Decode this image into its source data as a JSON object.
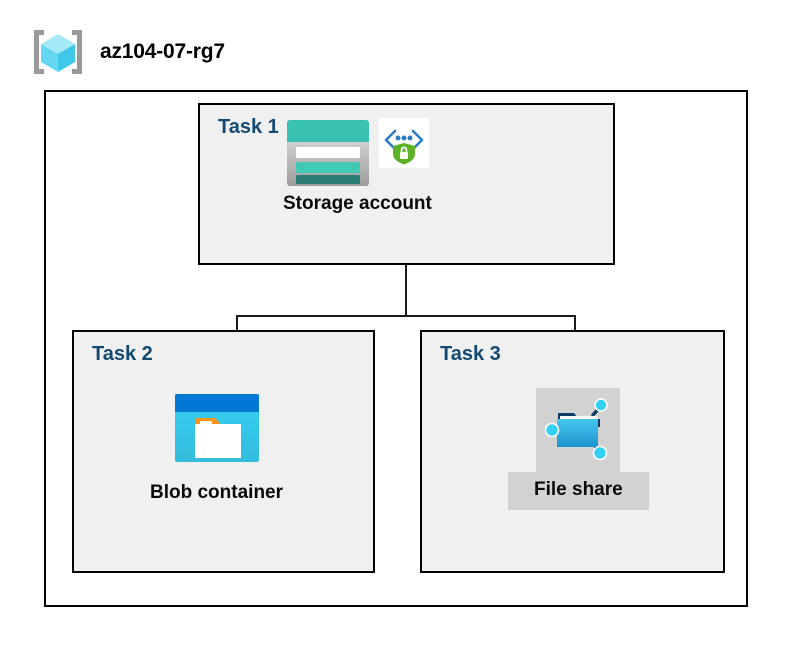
{
  "diagram": {
    "type": "azure-architecture-diagram",
    "resource_group": {
      "name": "az104-07-rg7",
      "icon": "resource-group-cube-icon"
    },
    "colors": {
      "task_label": "#124A72",
      "panel_background": "#F0F0F0",
      "panel_border": "#000000",
      "highlight_background": "#D2D2D2",
      "storage_teal": "#37C2B1",
      "storage_dark_teal": "#2A7D74",
      "blob_blue": "#0078D4",
      "blob_cyan": "#32C8E8",
      "fileshare_blue": "#32B6E0",
      "shield_green": "#5CB327",
      "cube_cyan": "#8FE2F5",
      "bracket_gray": "#9A9A9A",
      "connector": "#1A1A1A"
    },
    "tasks": [
      {
        "id": "task1",
        "label": "Task 1",
        "node_caption": "Storage account",
        "icons": [
          "storage-account-icon",
          "security-shield-lock-icon"
        ],
        "highlighted": false
      },
      {
        "id": "task2",
        "label": "Task 2",
        "node_caption": "Blob container",
        "icons": [
          "blob-container-icon"
        ],
        "highlighted": false
      },
      {
        "id": "task3",
        "label": "Task 3",
        "node_caption": "File share",
        "icons": [
          "file-share-icon"
        ],
        "highlighted": true
      }
    ],
    "connections": [
      {
        "from": "Storage account",
        "to": "Blob container"
      },
      {
        "from": "Storage account",
        "to": "File share"
      }
    ]
  }
}
